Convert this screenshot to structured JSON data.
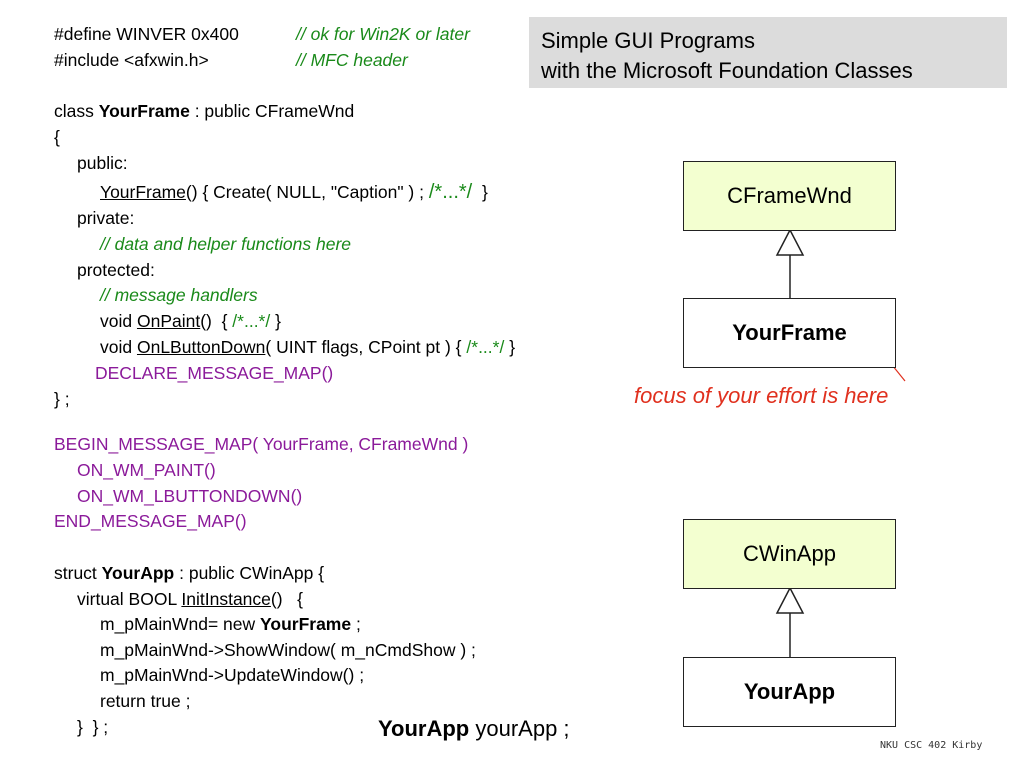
{
  "title": {
    "line1": "Simple GUI Programs",
    "line2": "with the Microsoft Foundation Classes"
  },
  "code": {
    "l1_define": "#define WINVER 0x400",
    "l1_comment": "// ok for Win2K or later",
    "l2_include": "#include <afxwin.h>",
    "l2_comment": "// MFC header",
    "l4_class_kw": "class ",
    "l4_class_name": "YourFrame",
    "l4_class_rest": " : public CFrameWnd",
    "l5": "{",
    "l6": "public:",
    "l7_ctor": "YourFrame",
    "l7_rest": "() { Create( NULL, \"Caption\" ) ; ",
    "l7_cmt": "/*...*/",
    "l7_end": "  }",
    "l8": "private:",
    "l9_comment": "// data and helper functions here",
    "l10": "protected:",
    "l11_comment": "// message handlers",
    "l12_void": "void ",
    "l12_fn": "OnPaint",
    "l12_rest": "()  { ",
    "l12_cmt": "/*...*/",
    "l12_end": " }",
    "l13_void": "void ",
    "l13_fn": "OnLButtonDown",
    "l13_rest": "( UINT flags, CPoint pt ) { ",
    "l13_cmt": "/*...*/",
    "l13_end": " }",
    "l14": "DECLARE_MESSAGE_MAP()",
    "l15": "} ;",
    "l17": "BEGIN_MESSAGE_MAP( YourFrame, CFrameWnd )",
    "l18": "ON_WM_PAINT()",
    "l19": "ON_WM_LBUTTONDOWN()",
    "l20": "END_MESSAGE_MAP()",
    "l22_kw": "struct ",
    "l22_name": "YourApp",
    "l22_rest": " : public CWinApp {",
    "l23_kw": "virtual BOOL ",
    "l23_fn": "InitInstance",
    "l23_rest": "()   {",
    "l24_a": "m_pMainWnd= new ",
    "l24_b": "YourFrame",
    "l24_c": " ;",
    "l25": "m_pMainWnd->ShowWindow( m_nCmdShow ) ;",
    "l26": "m_pMainWnd->UpdateWindow() ;",
    "l27": "return true ;",
    "l28": "}  } ;"
  },
  "decl": {
    "type": "YourApp",
    "var": " yourApp ;"
  },
  "uml": {
    "cframewnd": "CFrameWnd",
    "yourframe": "YourFrame",
    "cwinapp": "CWinApp",
    "yourapp": "YourApp"
  },
  "note": "focus of your effort is here",
  "footer": "NKU CSC 402 Kirby",
  "colors": {
    "comment": "#1a8a1a",
    "macro": "#8b1a9a",
    "note": "#e0301e",
    "base_box": "#f3ffd0",
    "title_bg": "#dcdcdc"
  }
}
